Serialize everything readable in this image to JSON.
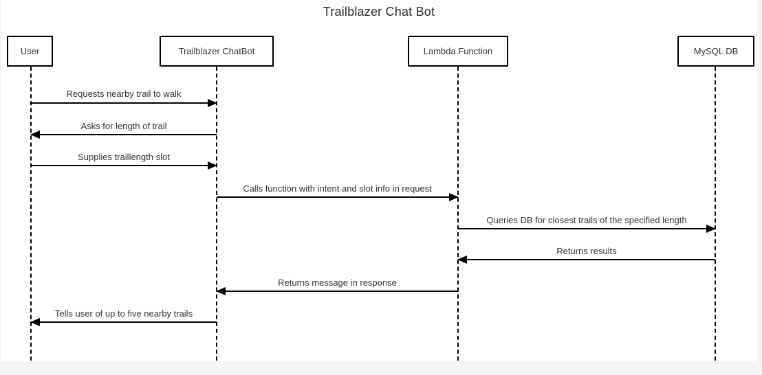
{
  "diagram": {
    "title": "Trailblazer Chat Bot",
    "type": "sequence-diagram",
    "actors": [
      {
        "label": "User"
      },
      {
        "label": "Trailblazer ChatBot"
      },
      {
        "label": "Lambda Function"
      },
      {
        "label": "MySQL DB"
      }
    ],
    "messages": [
      {
        "text": "Requests nearby trail to walk",
        "from": "User",
        "to": "Trailblazer ChatBot",
        "direction": "right"
      },
      {
        "text": "Asks for length of trail",
        "from": "Trailblazer ChatBot",
        "to": "User",
        "direction": "left"
      },
      {
        "text": "Supplies traillength slot",
        "from": "User",
        "to": "Trailblazer ChatBot",
        "direction": "right"
      },
      {
        "text": "Calls function with intent and slot info in request",
        "from": "Trailblazer ChatBot",
        "to": "Lambda Function",
        "direction": "right"
      },
      {
        "text": "Queries DB for closest trails of the specified length",
        "from": "Lambda Function",
        "to": "MySQL DB",
        "direction": "right"
      },
      {
        "text": "Returns results",
        "from": "MySQL DB",
        "to": "Lambda Function",
        "direction": "left"
      },
      {
        "text": "Returns message in response",
        "from": "Lambda Function",
        "to": "Trailblazer ChatBot",
        "direction": "left"
      },
      {
        "text": "Tells user of up to five nearby trails",
        "from": "Trailblazer ChatBot",
        "to": "User",
        "direction": "left"
      }
    ],
    "colors": {
      "line": "#000000",
      "text": "#333333",
      "canvas_background": "#ffffff",
      "page_background": "#f5f5f6"
    }
  }
}
